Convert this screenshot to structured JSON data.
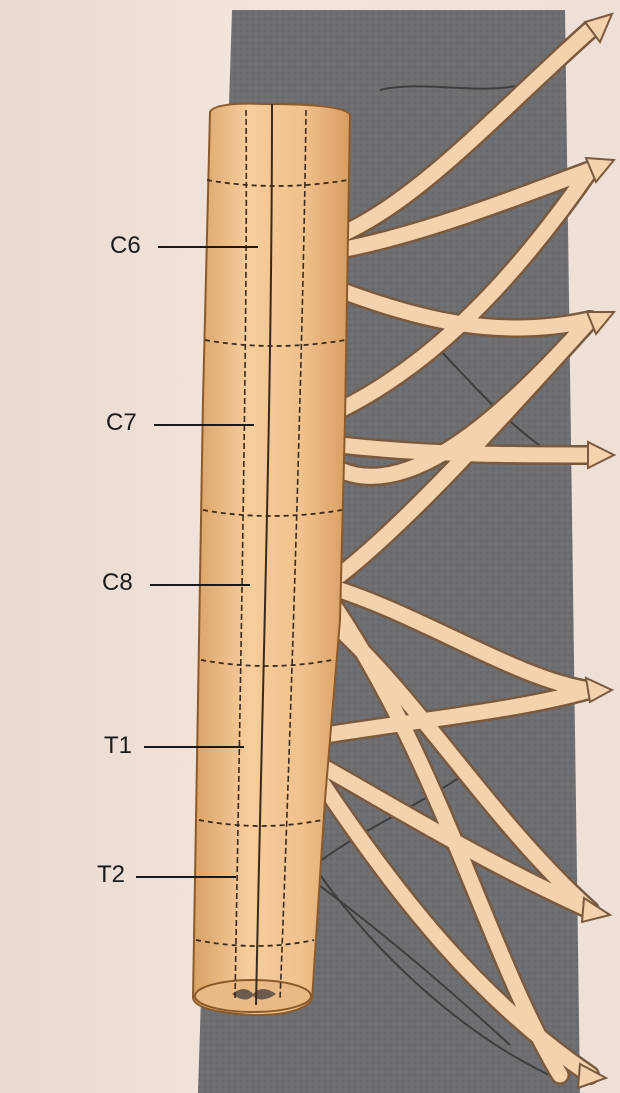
{
  "labels": {
    "c6": "C6",
    "c7": "C7",
    "c8": "C8",
    "t1": "T1",
    "t2": "T2"
  },
  "colors": {
    "page": "#efe1d7",
    "panel": "#6e6f72",
    "cord": "#f2c38f",
    "cord_shade": "#d9a165",
    "nerve": "#f4d2ad",
    "nerve_edge": "#7a5a3f",
    "text": "#1a1a1a"
  },
  "icons": [
    "spinal-cord-segment",
    "nerve-root-arrow"
  ]
}
